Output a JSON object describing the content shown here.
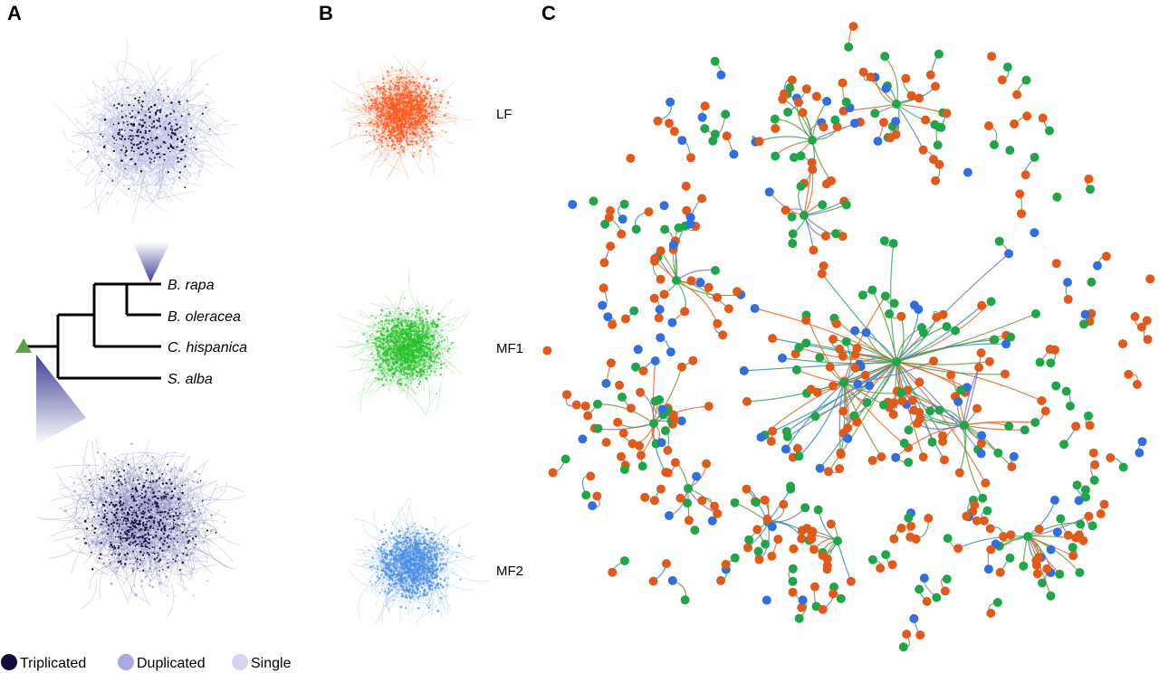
{
  "panels": {
    "a_label": "A",
    "b_label": "B",
    "c_label": "C"
  },
  "tree": {
    "taxa": [
      "B. rapa",
      "B. oleracea",
      "C. hispanica",
      "S. alba"
    ]
  },
  "subnetworks": {
    "lf": "LF",
    "mf1": "MF1",
    "mf2": "MF2"
  },
  "legend": {
    "items": [
      {
        "label": "Triplicated",
        "color": "#150b3b"
      },
      {
        "label": "Duplicated",
        "color": "#a8a9e0"
      },
      {
        "label": "Single",
        "color": "#d6d7ef"
      }
    ]
  },
  "colors": {
    "network_bg": "#cdcde8",
    "network_edge": "#b5b6dc",
    "node_dark": "#1c1442",
    "lf": "#ff5a1f",
    "mf1": "#26c02a",
    "mf2": "#4a8fe6",
    "node_orange": "#e15a1a",
    "node_green": "#20a64a",
    "node_blue": "#2f6fe0",
    "tree_wedge": "#5b5cad",
    "ancestor": "#5fa04a"
  }
}
